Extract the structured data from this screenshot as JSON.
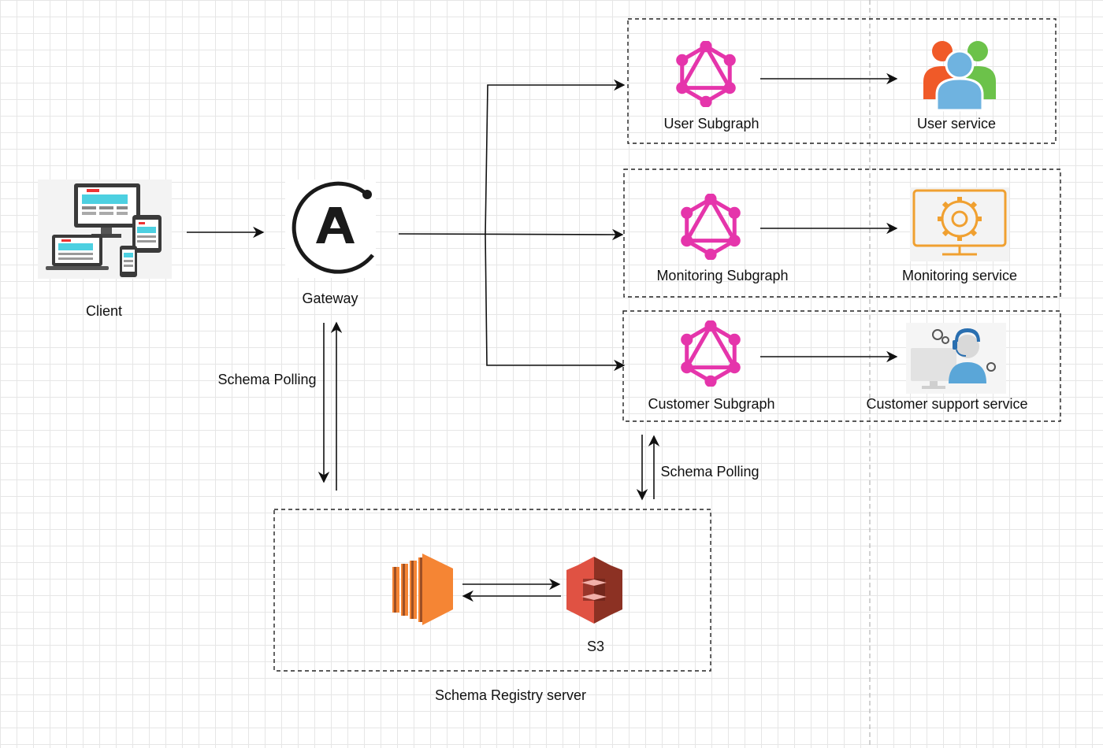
{
  "nodes": {
    "client": {
      "label": "Client",
      "icon": "multi-device-icon"
    },
    "gateway": {
      "label": "Gateway",
      "icon": "apollo-logo-icon"
    },
    "user_subgraph": {
      "label": "User Subgraph",
      "icon": "graphql-icon"
    },
    "user_service": {
      "label": "User service",
      "icon": "users-group-icon"
    },
    "monitoring_subgraph": {
      "label": "Monitoring Subgraph",
      "icon": "graphql-icon"
    },
    "monitoring_service": {
      "label": "Monitoring service",
      "icon": "monitor-gear-icon"
    },
    "customer_subgraph": {
      "label": "Customer Subgraph",
      "icon": "graphql-icon"
    },
    "customer_support_service": {
      "label": "Customer support service",
      "icon": "support-agent-icon"
    },
    "ec2": {
      "label": "",
      "icon": "aws-ec2-icon"
    },
    "s3": {
      "label": "S3",
      "icon": "aws-s3-icon"
    }
  },
  "groups": {
    "schema_registry": {
      "label": "Schema Registry server"
    }
  },
  "edge_labels": {
    "gateway_polling": "Schema Polling",
    "subgraph_polling": "Schema Polling"
  },
  "colors": {
    "graphql_pink": "#e535ab",
    "aws_orange": "#f58534",
    "aws_s3_red": "#e05243",
    "monitor_orange": "#f0a030",
    "user_red": "#f05a28",
    "user_green": "#6cc24a",
    "user_blue": "#6fb3e0"
  }
}
